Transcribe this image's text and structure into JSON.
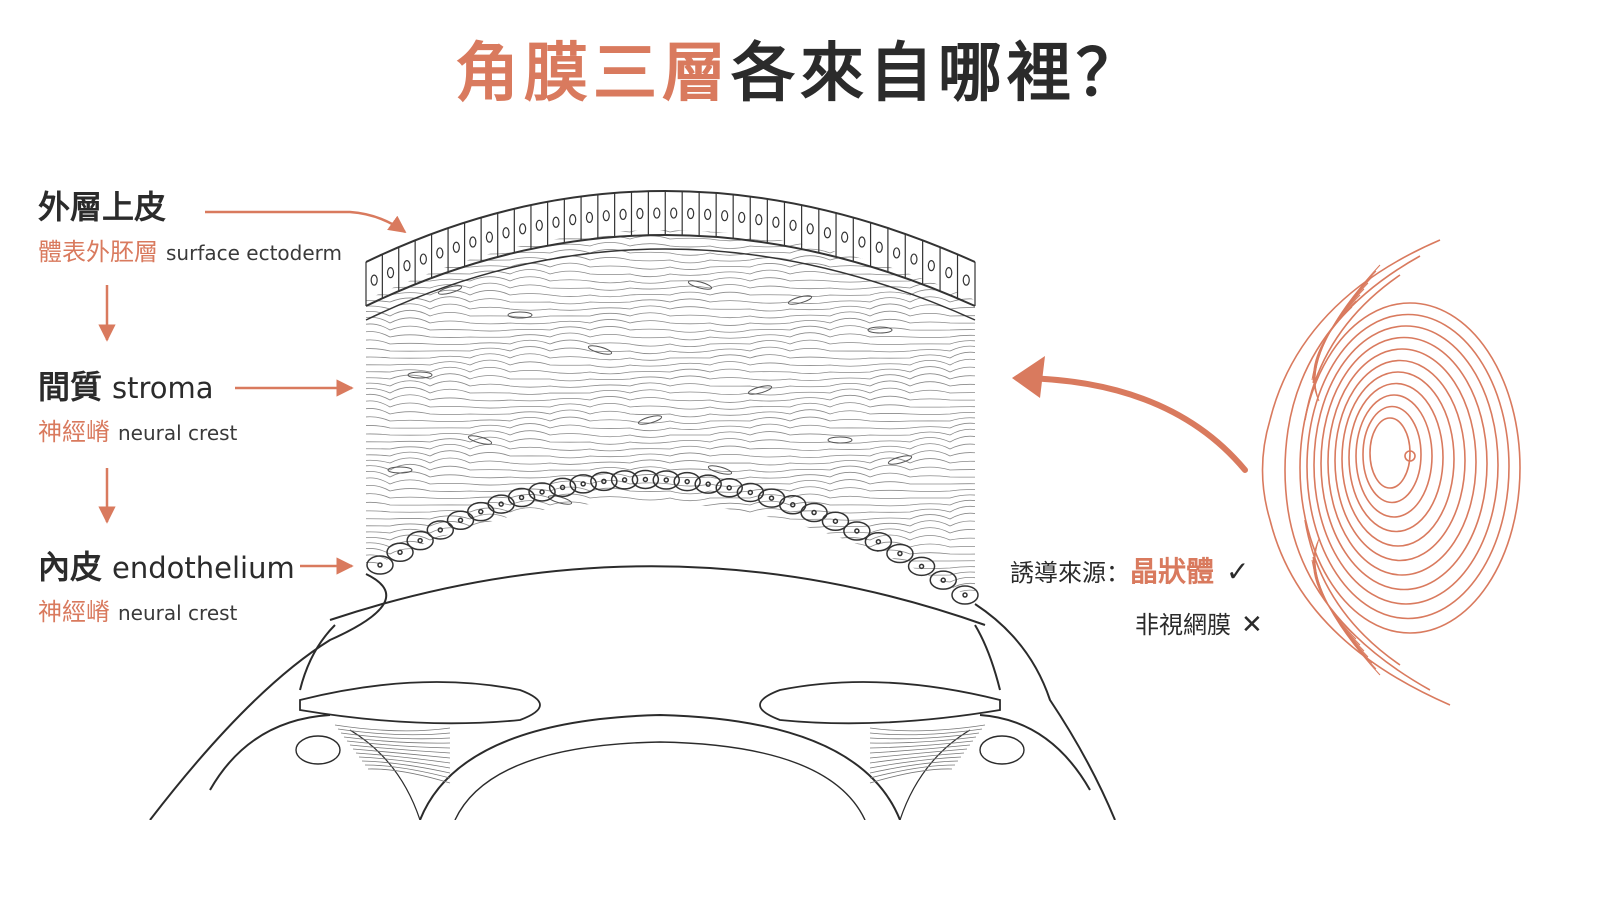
{
  "title": {
    "part1": "角膜三層",
    "part2": "各來自哪裡？"
  },
  "layers": [
    {
      "zh": "外層上皮",
      "en": "",
      "origin_zh": "體表外胚層",
      "origin_en": "surface ectoderm"
    },
    {
      "zh": "間質",
      "en": "stroma",
      "origin_zh": "神經嵴",
      "origin_en": "neural crest"
    },
    {
      "zh": "內皮",
      "en": "endothelium",
      "origin_zh": "神經嵴",
      "origin_en": "neural crest"
    }
  ],
  "induction": {
    "label": "誘導來源：",
    "source": "晶狀體",
    "source_mark": "✓",
    "not_source": "非視網膜",
    "not_mark": "✕"
  },
  "colors": {
    "accent": "#d97a5e",
    "ink": "#2b2b2b",
    "line": "#555555"
  },
  "icons": [
    "arrow-right-icon",
    "arrow-down-icon",
    "check-icon",
    "cross-icon",
    "lens-illustration",
    "cornea-illustration"
  ]
}
